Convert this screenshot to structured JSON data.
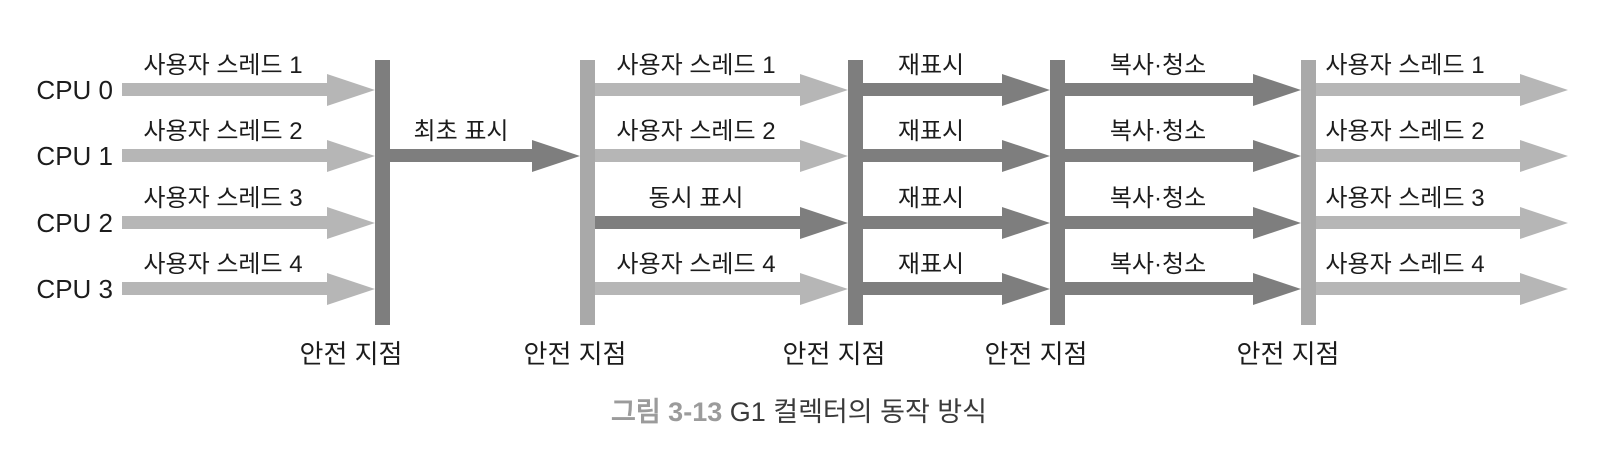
{
  "colors": {
    "light_arrow": "#b6b6b6",
    "dark_arrow": "#7e7e7e",
    "light_bar": "#a9a9a9",
    "dark_bar": "#7e7e7e",
    "text": "#1c1c1c",
    "caption_number": "#9b9b9b",
    "caption_text": "#3a3a3a"
  },
  "cpus": [
    "CPU 0",
    "CPU 1",
    "CPU 2",
    "CPU 3"
  ],
  "sections": {
    "user_in": {
      "labels": [
        "사용자 스레드 1",
        "사용자 스레드 2",
        "사용자 스레드 3",
        "사용자 스레드 4"
      ]
    },
    "initial_mark": {
      "label": "최초 표시"
    },
    "concurrent": {
      "labels": [
        "사용자 스레드 1",
        "사용자 스레드 2",
        "동시 표시",
        "사용자 스레드 4"
      ]
    },
    "remark": {
      "labels": [
        "재표시",
        "재표시",
        "재표시",
        "재표시"
      ]
    },
    "copy_clean": {
      "labels": [
        "복사·청소",
        "복사·청소",
        "복사·청소",
        "복사·청소"
      ]
    },
    "user_out": {
      "labels": [
        "사용자 스레드 1",
        "사용자 스레드 2",
        "사용자 스레드 3",
        "사용자 스레드 4"
      ]
    }
  },
  "safe_points": [
    "안전 지점",
    "안전 지점",
    "안전 지점",
    "안전 지점",
    "안전 지점"
  ],
  "caption": {
    "number": "그림 3-13",
    "title": " G1 컬렉터의 동작 방식"
  }
}
